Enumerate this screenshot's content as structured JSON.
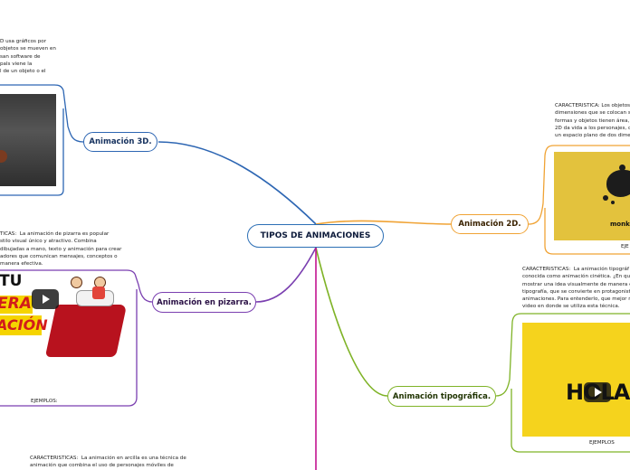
{
  "central": {
    "title": "TIPOS DE ANIMACIONES"
  },
  "branches": {
    "anim3d": {
      "label": "Animación 3D.",
      "description": "D usa gráficos por\nobjetos se mueven en\nsan software de\npals viene la\nl de un objeto o el"
    },
    "anim2d": {
      "label": "Animación 2D.",
      "description": "CARACTERISTICA: Los objetos\ndimensiones que se colocan s\nformas y objetos tienen área,\n2D da vida a los personajes, o\nun espacio plano de dos dime",
      "image_caption": "monko",
      "examples_label": "EJE"
    },
    "pizarra": {
      "label": "Animación en pizarra.",
      "description": "TICAS:  La animación de pizarra es popular\nstilo visual único y atractivo. Combina\ndibujadas a mano, texto y animación para crear\nadores que comunican mensajes, conceptos o\nmanera efectiva.",
      "image_text_1": "TU",
      "image_text_2": "ERA",
      "image_text_3": "ACIÓN",
      "examples_label": "EJEMPLOS:"
    },
    "tipografica": {
      "label": "Animación tipográfica.",
      "description": "CARACTERISTICAS:  La animación tipográf\nconocida como animación cinética. ¿En qué\nmostrar una idea visualmente de manera e\ntipografía, que se convierte en protagonist\nanimaciones. Para entenderlo, que mejor n\nvideo en donde se utiliza esta técnica.",
      "image_text": "HOLA",
      "examples_label": "EJEMPLOS"
    },
    "arcilla": {
      "description": "CARACTERISTICAS:  La animación en arcilla es una técnica de\nanimación que combina el uso de personajes móviles de"
    }
  },
  "colors": {
    "central": "#2c6fb5",
    "anim3d": "#2d66b3",
    "anim2d": "#f0a335",
    "pizarra": "#7a3fb0",
    "tipografica": "#7fb327",
    "arcilla": "#c2138f"
  }
}
